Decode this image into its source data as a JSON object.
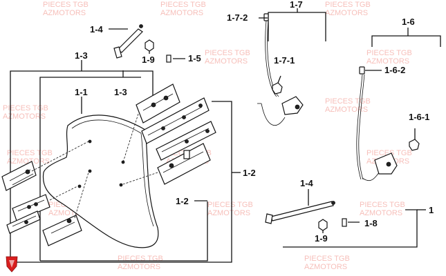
{
  "watermark": {
    "lines": [
      "PIECES TGB",
      "AZMOTORS"
    ],
    "color": "#f08a80"
  },
  "logo": {
    "name": "azmotors-shield-logo",
    "color": "#d81e1e"
  },
  "callouts": {
    "c_1_4_top": "1-4",
    "c_1_9_top": "1-9",
    "c_1_5": "1-5",
    "c_1_3_outer": "1-3",
    "c_1_1": "1-1",
    "c_1_3_inner": "1-3",
    "c_1_2_right": "1-2",
    "c_1_2_mid": "1-2",
    "c_1_7": "1-7",
    "c_1_7_2": "1-7-2",
    "c_1_7_1": "1-7-1",
    "c_1_6": "1-6",
    "c_1_6_2": "1-6-2",
    "c_1_6_1": "1-6-1",
    "c_1_4_bottom": "1-4",
    "c_1_8": "1-8",
    "c_1_9_bottom": "1-9",
    "c_1": "1"
  }
}
